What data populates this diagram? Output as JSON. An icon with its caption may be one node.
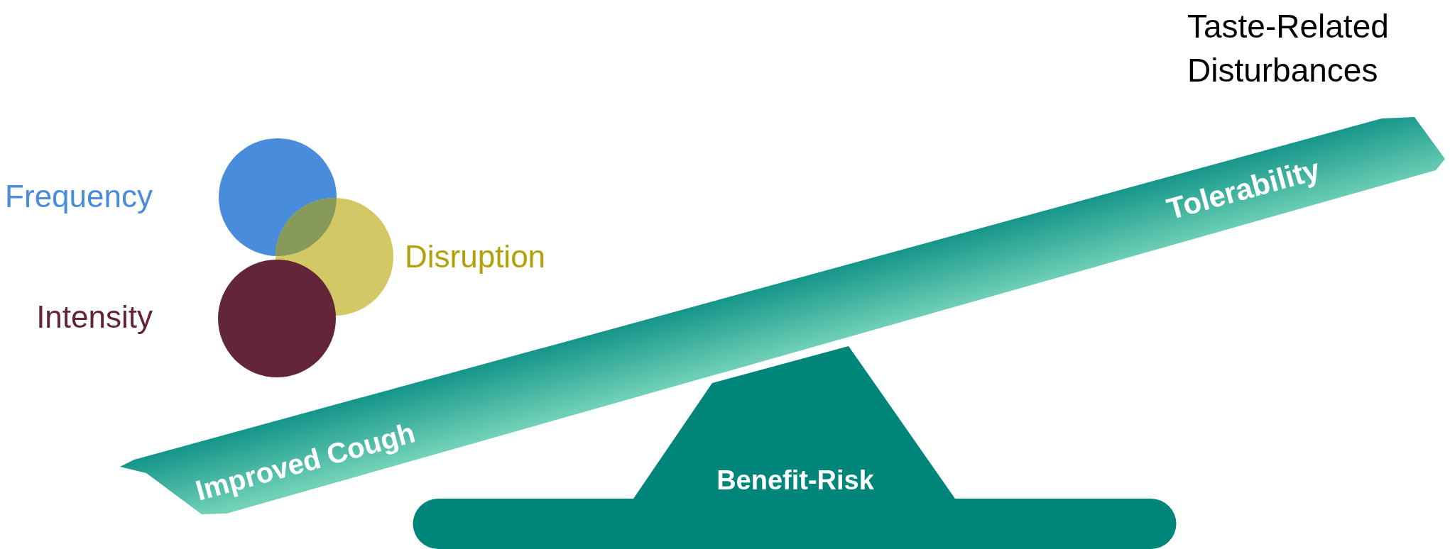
{
  "diagram": {
    "nodes": [
      {
        "text": [],
        "shape": "circle"
      },
      {
        "text": [],
        "shape": "circle"
      },
      {
        "text": [],
        "shape": "circle"
      },
      {
        "text": [
          "Improved Cough",
          "Tolerability"
        ]
      },
      {
        "text": [
          "Benefit-Risk"
        ]
      }
    ],
    "labels": [
      "Taste-Related Disturbances",
      "Frequency",
      "Disruption",
      "Intensity"
    ]
  }
}
